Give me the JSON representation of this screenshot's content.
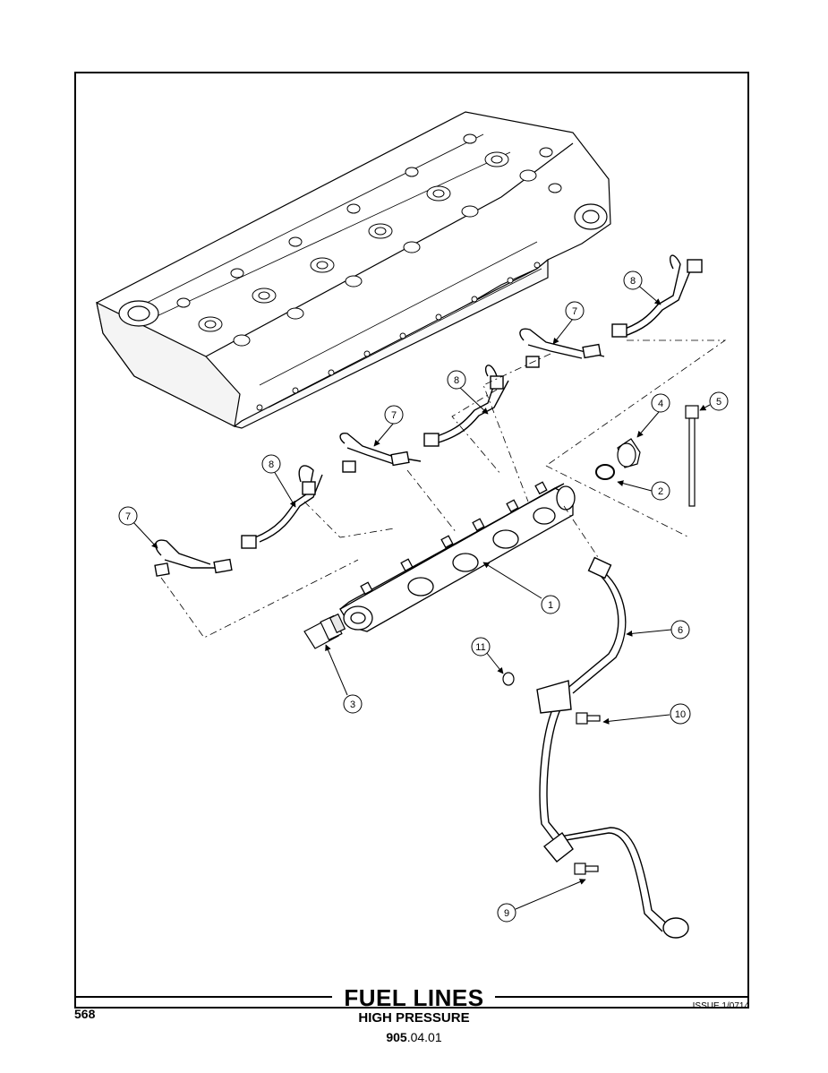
{
  "header": {
    "title": "FUEL LINES",
    "subtitle": "HIGH PRESSURE",
    "section_code_bold": "905",
    "section_code_rest": ".04.01"
  },
  "footer": {
    "page_number": "568",
    "issue": "ISSUE 1/0714"
  },
  "callouts": [
    {
      "id": "c1",
      "label": "1"
    },
    {
      "id": "c2",
      "label": "2"
    },
    {
      "id": "c3",
      "label": "3"
    },
    {
      "id": "c4",
      "label": "4"
    },
    {
      "id": "c5",
      "label": "5"
    },
    {
      "id": "c6",
      "label": "6"
    },
    {
      "id": "c7a",
      "label": "7"
    },
    {
      "id": "c7b",
      "label": "7"
    },
    {
      "id": "c7c",
      "label": "7"
    },
    {
      "id": "c8a",
      "label": "8"
    },
    {
      "id": "c8b",
      "label": "8"
    },
    {
      "id": "c8c",
      "label": "8"
    },
    {
      "id": "c9",
      "label": "9"
    },
    {
      "id": "c10",
      "label": "10"
    },
    {
      "id": "c11",
      "label": "11"
    }
  ]
}
